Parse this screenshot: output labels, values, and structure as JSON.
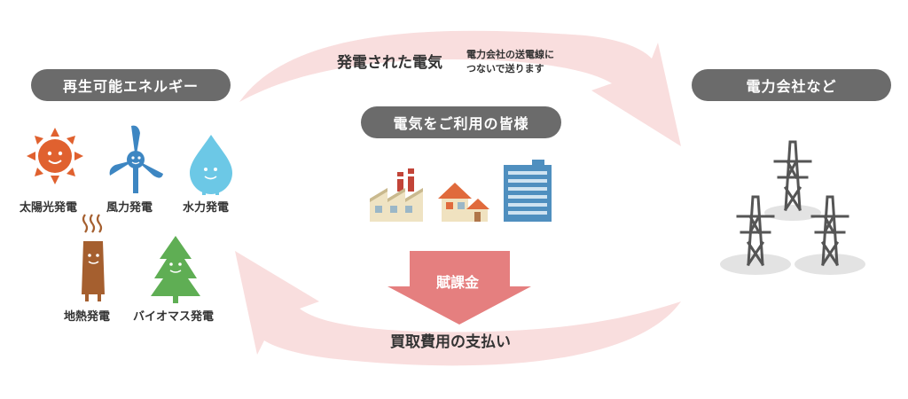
{
  "renewable": {
    "title": "再生可能エネルギー",
    "items": [
      {
        "label": "太陽光発電",
        "icon": "sun-icon"
      },
      {
        "label": "風力発電",
        "icon": "wind-turbine-icon"
      },
      {
        "label": "水力発電",
        "icon": "water-drop-icon"
      },
      {
        "label": "地熱発電",
        "icon": "geothermal-icon"
      },
      {
        "label": "バイオマス発電",
        "icon": "tree-icon"
      }
    ]
  },
  "customers": {
    "title": "電気をご利用の皆様",
    "icons": [
      "factory-icon",
      "house-icon",
      "office-building-icon"
    ]
  },
  "power_company": {
    "title": "電力会社など",
    "icon": "power-tower-icon"
  },
  "flows": {
    "top_main": "発電された電気",
    "top_sub_line1": "電力会社の送電線に",
    "top_sub_line2": "つないで送ります",
    "levy": "賦課金",
    "bottom_main": "買取費用の支払い"
  },
  "colors": {
    "pill": "#6b6b6b",
    "arrow": "#f9dede",
    "levy_arrow": "#e57f7f",
    "sun": "#e0612f",
    "wind": "#3d86c2",
    "water": "#6cc8e6",
    "geothermal": "#a55f2f",
    "biomass": "#5fae54"
  }
}
